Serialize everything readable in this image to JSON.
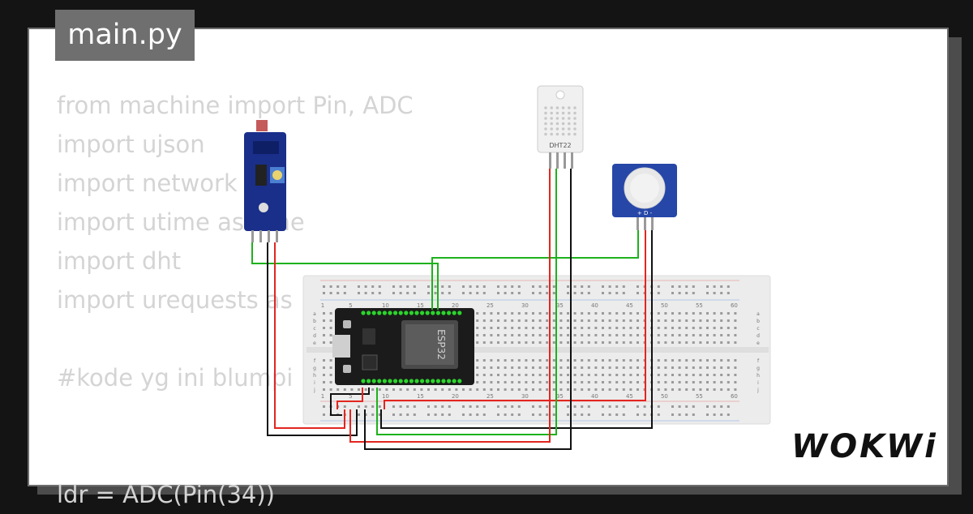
{
  "editor": {
    "filename": "main.py",
    "code_lines": [
      "from machine import Pin, ADC",
      "import ujson",
      "import network",
      "import utime as time",
      "import dht",
      "import urequests as",
      "",
      "#kode yg ini blumpi",
      "",
      "",
      "ldr = ADC(Pin(34))"
    ]
  },
  "circuit": {
    "dht_label": "DHT22",
    "esp_chip_label": "ESP32",
    "pir_pins": "+ D -",
    "breadboard_numbers_top": [
      "1",
      "5",
      "10",
      "15",
      "20",
      "25",
      "30",
      "35",
      "40",
      "45",
      "50",
      "55",
      "60"
    ],
    "breadboard_numbers_bottom": [
      "1",
      "5",
      "10",
      "15",
      "20",
      "25",
      "30",
      "35",
      "40",
      "45",
      "50",
      "55",
      "60"
    ],
    "rows_top": [
      "a",
      "b",
      "c",
      "d",
      "e"
    ],
    "rows_bottom": [
      "f",
      "g",
      "h",
      "i",
      "j"
    ]
  },
  "brand": {
    "logo": "WOKWi"
  },
  "colors": {
    "wire_red": "#e3261f",
    "wire_green": "#1db21d",
    "wire_black": "#111111",
    "ldr_board": "#1a2f8a",
    "pir_board": "#2647a8",
    "esp_board": "#1b1b1b"
  }
}
